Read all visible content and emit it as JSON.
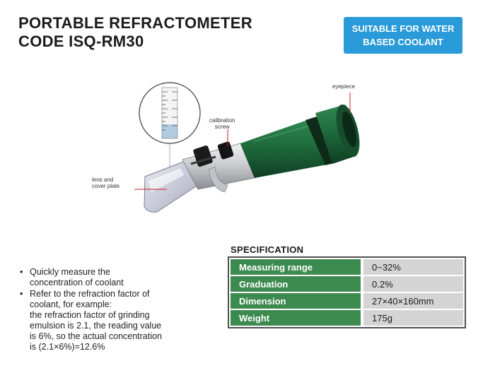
{
  "title_line1": "PORTABLE REFRACTOMETER",
  "title_line2": "CODE ISQ-RM30",
  "badge_line1": "SUITABLE FOR WATER",
  "badge_line2": "BASED COOLANT",
  "callouts": {
    "eyepiece": "eyepiece",
    "calibration_line1": "calibration",
    "calibration_line2": "screw",
    "lens_line1": "lens and",
    "lens_line2": "cover plate"
  },
  "spec_title": "SPECIFICATION",
  "spec_rows": [
    {
      "label": "Measuring range",
      "value": "0~32%"
    },
    {
      "label": "Graduation",
      "value": "0.2%"
    },
    {
      "label": "Dimension",
      "value": "27×40×160mm"
    },
    {
      "label": "Weight",
      "value": "175g"
    }
  ],
  "notes": [
    {
      "bullet": "•",
      "lines": [
        "Quickly measure the",
        "concentration of coolant"
      ]
    },
    {
      "bullet": "•",
      "lines": [
        "Refer to the refraction factor of",
        "coolant, for example:",
        "the refraction factor of grinding",
        "emulsion is 2.1, the reading value",
        "is 6%, so the actual concentration",
        "is (2.1×6%)=12.6%"
      ]
    }
  ],
  "colors": {
    "badge": "#2a9ad8",
    "spec_label_bg": "#3d8a50",
    "spec_value_bg": "#d4d4d4",
    "body_green": "#1f6b3c"
  }
}
